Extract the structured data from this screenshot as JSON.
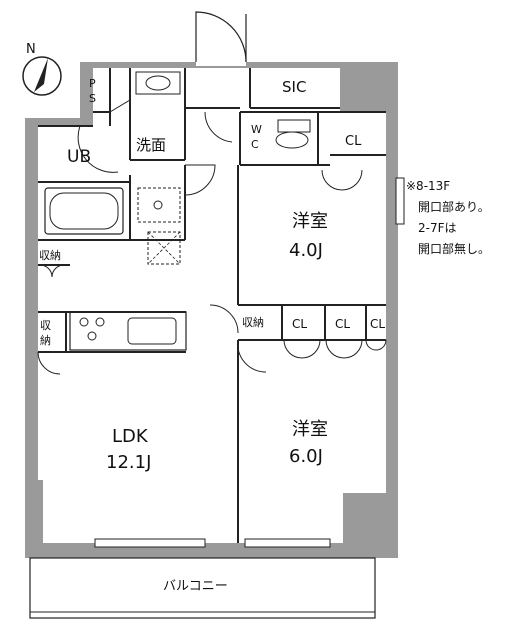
{
  "compass": {
    "label": "N"
  },
  "rooms": {
    "sic": "SIC",
    "ps": [
      "P",
      "S"
    ],
    "washroom": "洗面",
    "unit_bath": "UB",
    "toilet": [
      "W",
      "C"
    ],
    "closet_top": "CL",
    "western_room_1": {
      "name": "洋室",
      "size": "4.0J"
    },
    "western_room_2": {
      "name": "洋室",
      "size": "6.0J"
    },
    "ldk": {
      "name": "LDK",
      "size": "12.1J"
    },
    "storage_1": "収納",
    "storage_2": [
      "収",
      "納"
    ],
    "storage_3": "収納",
    "closets": [
      "CL",
      "CL",
      "CL"
    ],
    "balcony": "バルコニー"
  },
  "note": {
    "mark": "※",
    "lines": [
      "※8-13F",
      "開口部あり。",
      "2-7Fは",
      "開口部無し。"
    ]
  }
}
